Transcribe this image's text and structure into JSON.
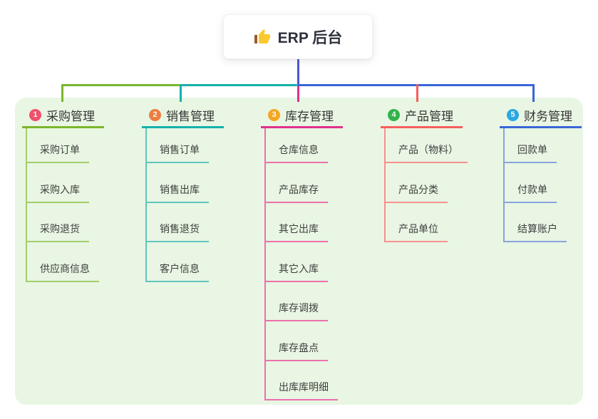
{
  "canvas": {
    "panel_background": "#e8f6e3",
    "root_line_color": "#4b56d2"
  },
  "root": {
    "icon": "thumbs-up-icon",
    "title": "ERP 后台"
  },
  "branches": [
    {
      "num": "1",
      "title": "采购管理",
      "badge_color": "#ef506b",
      "line_color": "#7ab72d",
      "child_line_color": "#a3cd6d",
      "children": [
        "采购订单",
        "采购入库",
        "采购退货",
        "供应商信息"
      ]
    },
    {
      "num": "2",
      "title": "销售管理",
      "badge_color": "#ed7d3e",
      "line_color": "#14b1ab",
      "child_line_color": "#63c5c0",
      "children": [
        "销售订单",
        "销售出库",
        "销售退货",
        "客户信息"
      ]
    },
    {
      "num": "3",
      "title": "库存管理",
      "badge_color": "#f6a623",
      "line_color": "#e0308e",
      "child_line_color": "#ee6fae",
      "children": [
        "仓库信息",
        "产品库存",
        "其它出库",
        "其它入库",
        "库存调拨",
        "库存盘点",
        "出库库明细"
      ]
    },
    {
      "num": "4",
      "title": "产品管理",
      "badge_color": "#33b34a",
      "line_color": "#f65e5d",
      "child_line_color": "#f8908f",
      "children": [
        "产品（物料）",
        "产品分类",
        "产品单位"
      ]
    },
    {
      "num": "5",
      "title": "财务管理",
      "badge_color": "#29a7e1",
      "line_color": "#3a65d8",
      "child_line_color": "#8aa3e0",
      "children": [
        "回款单",
        "付款单",
        "结算账户"
      ]
    }
  ]
}
